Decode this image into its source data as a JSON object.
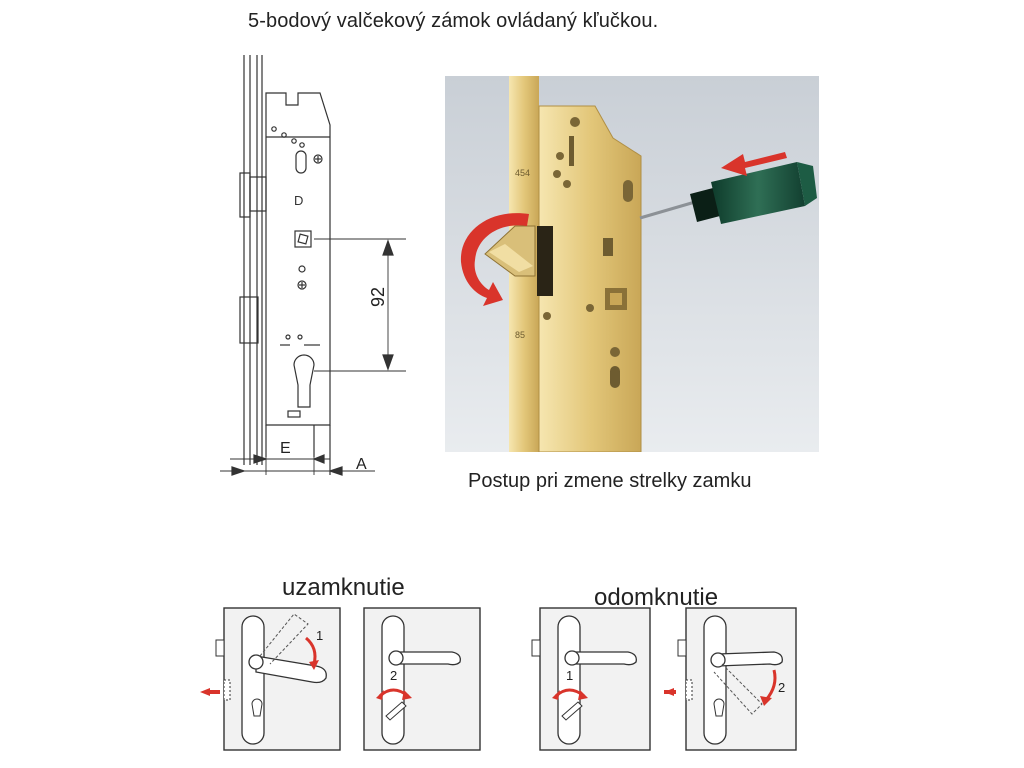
{
  "header": {
    "title": "5-bodový valčekový zámok ovládaný kľučkou."
  },
  "technical_drawing": {
    "dimension_value": "92",
    "label_e": "E",
    "label_a": "A"
  },
  "photo": {
    "caption": "Postup pri zmene strelky zamku",
    "plate_marks": [
      "454",
      "85"
    ]
  },
  "sections": {
    "lock": {
      "title": "uzamknutie",
      "step1": "1",
      "step2": "2"
    },
    "unlock": {
      "title": "odomknutie",
      "step1": "1",
      "step2": "2"
    }
  },
  "colors": {
    "arrow_red": "#d9342b",
    "brass": "#e3c77a",
    "panel_grey": "#efefef"
  }
}
